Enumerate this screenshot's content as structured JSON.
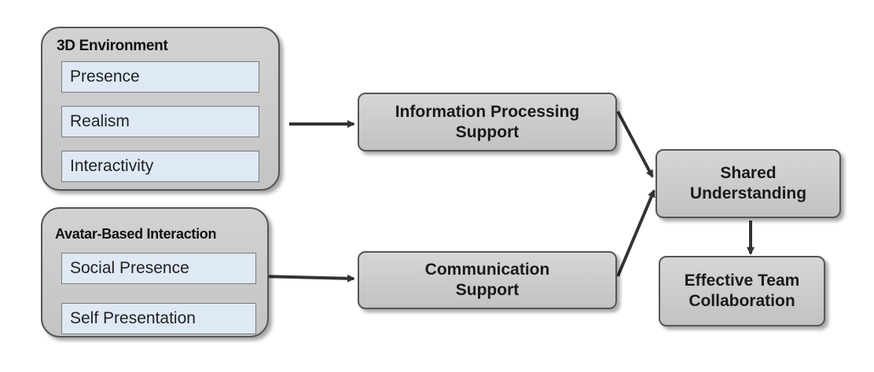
{
  "groups": {
    "environment": {
      "title": "3D Environment",
      "items": [
        "Presence",
        "Realism",
        "Interactivity"
      ]
    },
    "avatar": {
      "title": "Avatar-Based Interaction",
      "items": [
        "Social Presence",
        "Self Presentation"
      ]
    }
  },
  "nodes": {
    "info_processing": [
      "Information Processing",
      "Support"
    ],
    "communication": [
      "Communication",
      "Support"
    ],
    "shared_understanding": [
      "Shared",
      "Understanding"
    ],
    "effective_collaboration": [
      "Effective Team",
      "Collaboration"
    ]
  },
  "colors": {
    "box_fill": "#c8c8c8",
    "item_fill": "#dfe8f5",
    "border": "#555555",
    "arrow": "#333333"
  }
}
